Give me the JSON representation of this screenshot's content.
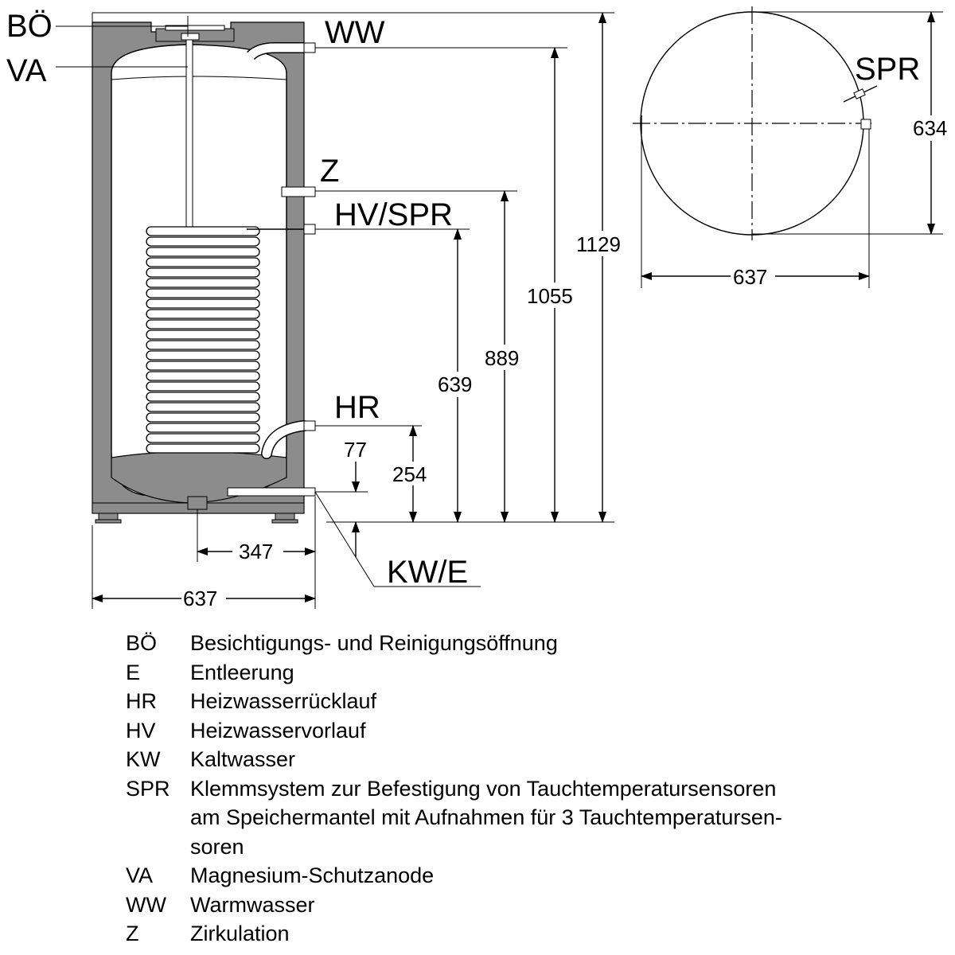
{
  "labels": {
    "bo": "BÖ",
    "va": "VA",
    "ww": "WW",
    "z": "Z",
    "hv_spr": "HV/SPR",
    "hr": "HR",
    "kw_e": "KW/E",
    "spr": "SPR"
  },
  "dimensions": {
    "d1129": "1129",
    "d1055": "1055",
    "d889": "889",
    "d639": "639",
    "d254": "254",
    "d77": "77",
    "d347": "347",
    "d637_bottom": "637",
    "d637_top": "637",
    "d634": "634"
  },
  "legend": [
    {
      "abbr": "BÖ",
      "text": "Besichtigungs- und Reinigungsöffnung"
    },
    {
      "abbr": "E",
      "text": "Entleerung"
    },
    {
      "abbr": "HR",
      "text": "Heizwasserrücklauf"
    },
    {
      "abbr": "HV",
      "text": "Heizwasservorlauf"
    },
    {
      "abbr": "KW",
      "text": "Kaltwasser"
    },
    {
      "abbr": "SPR",
      "text": "Klemmsystem zur Befestigung von Tauchtemperatursensoren\nam Speichermantel mit Aufnahmen für 3 Tauchtemperatursen-\nsoren"
    },
    {
      "abbr": "VA",
      "text": "Magnesium-Schutzanode"
    },
    {
      "abbr": "WW",
      "text": "Warmwasser"
    },
    {
      "abbr": "Z",
      "text": "Zirkulation"
    }
  ],
  "colors": {
    "insulation": "#8c8c8c",
    "background": "#ffffff",
    "lines": "#000000"
  }
}
